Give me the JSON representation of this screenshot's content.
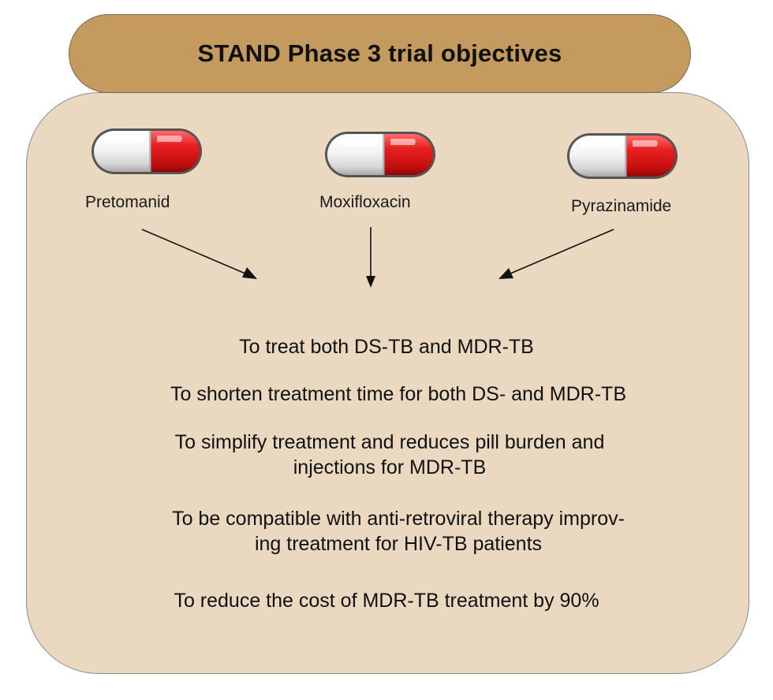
{
  "header": {
    "title": "STAND Phase 3 trial objectives"
  },
  "drugs": [
    {
      "label": "Pretomanid",
      "icon": "capsule-icon"
    },
    {
      "label": "Moxifloxacin",
      "icon": "capsule-icon"
    },
    {
      "label": "Pyrazinamide",
      "icon": "capsule-icon"
    }
  ],
  "objectives": [
    {
      "lines": [
        "To treat both DS-TB and MDR-TB"
      ]
    },
    {
      "lines": [
        "To shorten treatment time for both DS- and MDR-TB"
      ]
    },
    {
      "lines": [
        "To simplify treatment and reduces pill burden and",
        "injections for MDR-TB"
      ]
    },
    {
      "lines": [
        "To be compatible with anti-retroviral therapy improv-",
        "ing treatment for HIV-TB patients"
      ]
    },
    {
      "lines": [
        "To reduce the cost of MDR-TB treatment by 90%"
      ]
    }
  ],
  "colors": {
    "panel_fill": "#ead9c0",
    "header_fill": "#c49a5e",
    "capsule_red": "#e01e1e",
    "capsule_white": "#f2f2f2"
  }
}
